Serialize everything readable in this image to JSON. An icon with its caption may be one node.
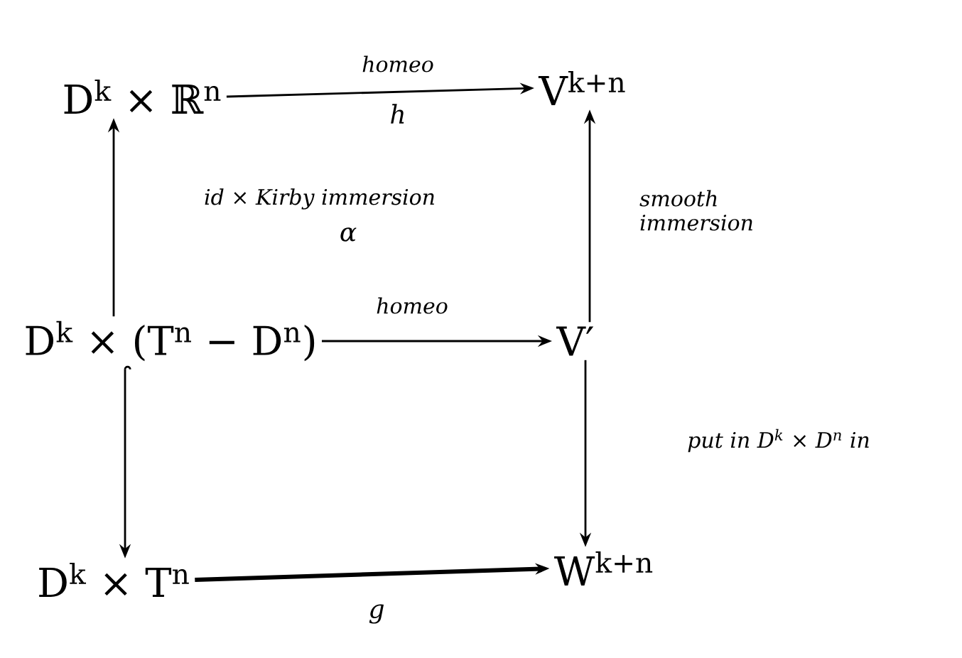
{
  "diagram": {
    "nodes": [
      {
        "text": [
          "D$^{k}$ × ℝ$^{n}$"
        ]
      },
      {
        "text": [
          "V$^{k+n}$"
        ]
      },
      {
        "text": [
          "D$^{k}$ × (T$^{n}$ − D$^{n}$)"
        ]
      },
      {
        "text": [
          "V′"
        ]
      },
      {
        "text": [
          "D$^{k}$ × T$^{n}$"
        ]
      },
      {
        "text": [
          "W$^{k+n}$"
        ]
      }
    ],
    "edges": [
      {
        "from": 0,
        "to": 1,
        "arrow": "to",
        "label": "homeo"
      },
      {
        "from": 2,
        "to": 0,
        "arrow": "to",
        "label": "id × Kirby immersion"
      },
      {
        "from": 3,
        "to": 1,
        "arrow": "to",
        "label": "smooth immersion"
      },
      {
        "from": 2,
        "to": 3,
        "arrow": "to",
        "label": "homeo"
      },
      {
        "from": 2,
        "to": 4,
        "arrow": "to"
      },
      {
        "from": 3,
        "to": 5,
        "arrow": "to",
        "label": "put in D$^{k}$ × D$^{n}$ in"
      },
      {
        "from": 4,
        "to": 5,
        "arrow": "to",
        "style": "thick"
      }
    ],
    "labels": [
      "h",
      "α",
      "g"
    ]
  }
}
